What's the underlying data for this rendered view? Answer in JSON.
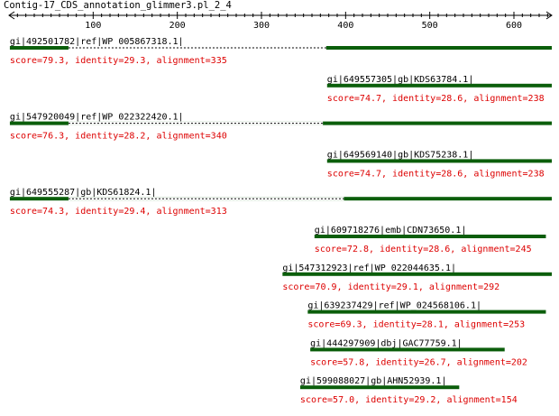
{
  "title": "Contig-17_CDS_annotation_glimmer3.pl_2_4",
  "axis": {
    "min": 0,
    "max": 645,
    "ticks": [
      100,
      200,
      300,
      400,
      500,
      600
    ]
  },
  "colors": {
    "bar": "#0b5e0b",
    "score_text": "#dd0000",
    "label_text": "#000000",
    "axis": "#000000"
  },
  "hits": [
    {
      "label": "gi|492501782|ref|WP_005867318.1|",
      "score_text": "score=79.3, identity=29.3, alignment=335",
      "start": 1,
      "dash_end": 377,
      "end": 645
    },
    {
      "label": "gi|649557305|gb|KDS63784.1|",
      "score_text": "score=74.7, identity=28.6, alignment=238",
      "start": 378,
      "dash_end": 378,
      "end": 645
    },
    {
      "label": "gi|547920049|ref|WP_022322420.1|",
      "score_text": "score=76.3, identity=28.2, alignment=340",
      "start": 1,
      "dash_end": 373,
      "end": 645
    },
    {
      "label": "gi|649569140|gb|KDS75238.1|",
      "score_text": "score=74.7, identity=28.6, alignment=238",
      "start": 378,
      "dash_end": 378,
      "end": 645
    },
    {
      "label": "gi|649555287|gb|KDS61824.1|",
      "score_text": "score=74.3, identity=29.4, alignment=313",
      "start": 1,
      "dash_end": 398,
      "end": 645
    },
    {
      "label": "gi|609718276|emb|CDN73650.1|",
      "score_text": "score=72.8, identity=28.6, alignment=245",
      "start": 363,
      "dash_end": 363,
      "end": 638
    },
    {
      "label": "gi|547312923|ref|WP_022044635.1|",
      "score_text": "score=70.9, identity=29.1, alignment=292",
      "start": 325,
      "dash_end": 325,
      "end": 645
    },
    {
      "label": "gi|639237429|ref|WP_024568106.1|",
      "score_text": "score=69.3, identity=28.1, alignment=253",
      "start": 355,
      "dash_end": 355,
      "end": 638
    },
    {
      "label": "gi|444297909|dbj|GAC77759.1|",
      "score_text": "score=57.8, identity=26.7, alignment=202",
      "start": 358,
      "dash_end": 358,
      "end": 589
    },
    {
      "label": "gi|599088027|gb|AHN52939.1|",
      "score_text": "score=57.0, identity=29.2, alignment=154",
      "start": 346,
      "dash_end": 346,
      "end": 535
    }
  ]
}
